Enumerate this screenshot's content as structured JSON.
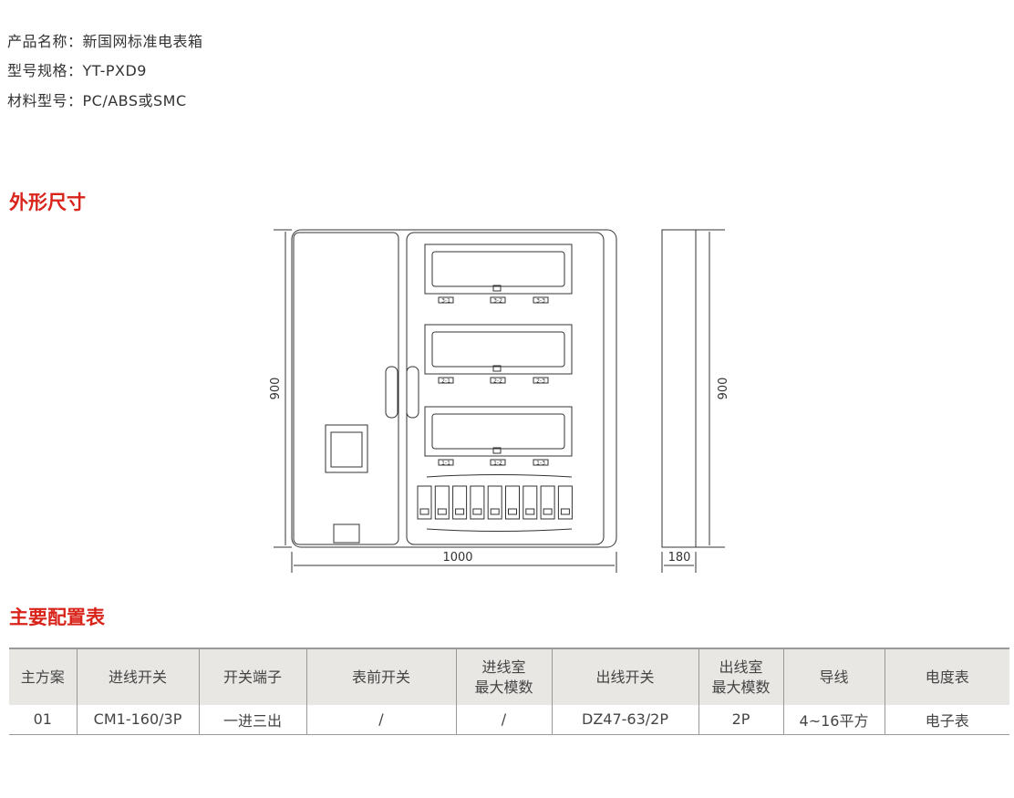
{
  "info": [
    {
      "label": "产品名称：",
      "value": "新国网标准电表箱"
    },
    {
      "label": "型号规格：",
      "value": "YT-PXD9"
    },
    {
      "label": "材料型号：",
      "value": "PC/ABS或SMC"
    }
  ],
  "section_dimensions": "外形尺寸",
  "drawing": {
    "height_label": "900",
    "width_label": "1000",
    "depth_label": "180",
    "meter_labels": [
      [
        "3-1",
        "3-2",
        "3-3"
      ],
      [
        "2-1",
        "2-2",
        "2-3"
      ],
      [
        "1-1",
        "1-2",
        "1-3"
      ]
    ]
  },
  "section_config": "主要配置表",
  "table": {
    "headers": [
      "主方案",
      "进线开关",
      "开关端子",
      "表前开关",
      "进线室\n最大模数",
      "出线开关",
      "出线室\n最大模数",
      "导线",
      "电度表"
    ],
    "rows": [
      [
        "01",
        "CM1-160/3P",
        "一进三出",
        "/",
        "/",
        "DZ47-63/2P",
        "2P",
        "4~16平方",
        "电子表"
      ]
    ]
  }
}
